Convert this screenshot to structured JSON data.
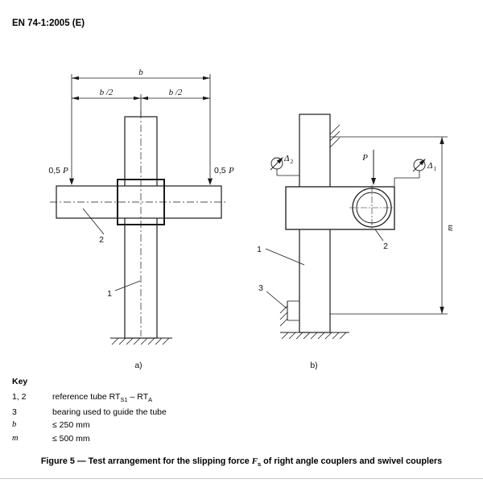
{
  "page": {
    "header": "EN 74-1:2005 (E)"
  },
  "diagram_a": {
    "caption": "a)",
    "dim_b": "b",
    "dim_b_half": "b /2",
    "force_value": "0,5",
    "force_symbol": "P",
    "label_1": "1",
    "label_2": "2"
  },
  "diagram_b": {
    "caption": "b)",
    "force": "P",
    "gauge_left_symbol": "Δ",
    "gauge_left_sub": "2",
    "gauge_right_symbol": "Δ",
    "gauge_right_sub": "1",
    "dim_m": "m",
    "label_1": "1",
    "label_2": "2",
    "label_3": "3"
  },
  "key": {
    "title": "Key",
    "row1_term": "1, 2",
    "row1_def_pre": "reference tube RT",
    "row1_def_sub1": "S1",
    "row1_def_mid": " – RT",
    "row1_def_sub2": "A",
    "row2_term": "3",
    "row2_def": "bearing used to guide the tube",
    "row3_term": "b",
    "row3_def": "≤ 250 mm",
    "row4_term": "m",
    "row4_def": "≤ 500 mm"
  },
  "caption": {
    "pre": "Figure 5 — Test arrangement for the slipping force ",
    "symbol": "F",
    "sub": "s",
    "post": " of right angle couplers and swivel couplers"
  }
}
